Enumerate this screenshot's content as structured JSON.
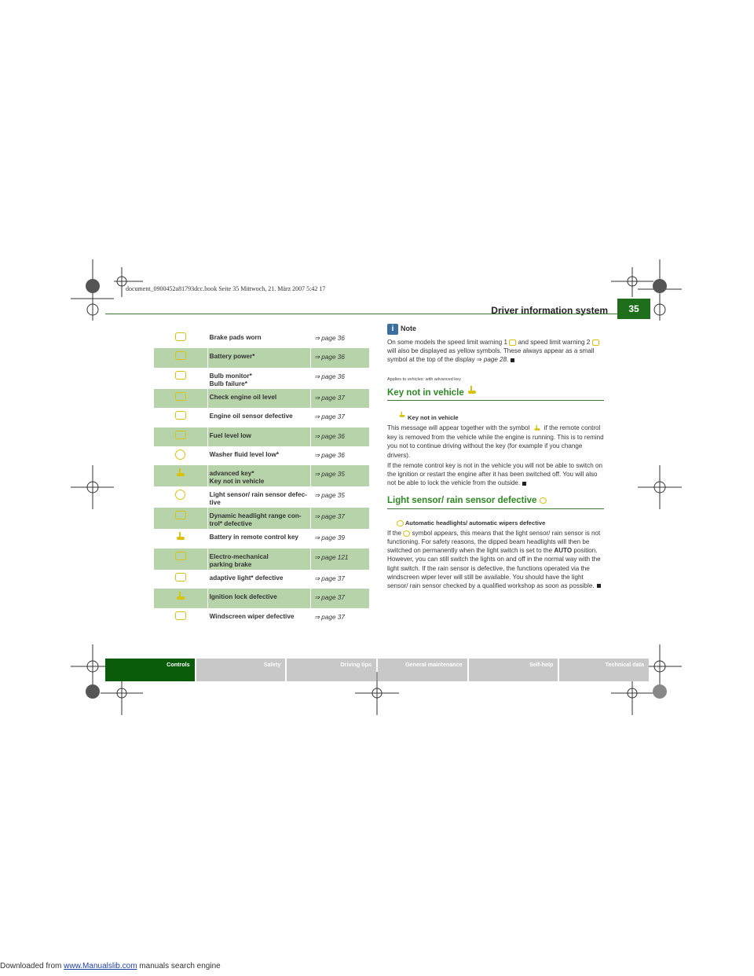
{
  "book_line": "document_0900452a81793dcc.book  Seite 35  Mittwoch, 21. März 2007  5:42 17",
  "header": {
    "title": "Driver information system",
    "page_number": "35"
  },
  "symbol_table": [
    {
      "icon": "brake-pads-icon",
      "label": "Brake pads worn",
      "ref": "⇒ page 36"
    },
    {
      "icon": "battery-icon",
      "label": "Battery power*",
      "ref": "⇒ page 36"
    },
    {
      "icon": "bulb-icon",
      "label": "Bulb monitor*\nBulb failure*",
      "ref": "⇒ page 36"
    },
    {
      "icon": "oil-can-icon",
      "label": "Check engine oil level",
      "ref": "⇒ page 37"
    },
    {
      "icon": "oil-sensor-icon",
      "label": "Engine oil sensor defective",
      "ref": "⇒ page 37"
    },
    {
      "icon": "fuel-pump-icon",
      "label": "Fuel level low",
      "ref": "⇒ page 36"
    },
    {
      "icon": "washer-fluid-icon",
      "label": "Washer fluid level low*",
      "ref": "⇒ page 36"
    },
    {
      "icon": "key-icon",
      "label": "advanced key*\nKey not in vehicle",
      "ref": "⇒ page 35"
    },
    {
      "icon": "light-rain-sensor-icon",
      "label": "Light sensor/ rain sensor defec-\ntive",
      "ref": "⇒ page 35"
    },
    {
      "icon": "headlight-range-icon",
      "label": "Dynamic headlight range con-\ntrol* defective",
      "ref": "⇒ page 37"
    },
    {
      "icon": "remote-key-battery-icon",
      "label": "Battery in remote control key",
      "ref": "⇒ page 39"
    },
    {
      "icon": "parking-brake-icon",
      "label": "Electro-mechanical\nparking brake",
      "ref": "⇒ page 121"
    },
    {
      "icon": "adaptive-light-icon",
      "label": "adaptive light* defective",
      "ref": "⇒ page 37"
    },
    {
      "icon": "ignition-lock-icon",
      "label": "Ignition lock defective",
      "ref": "⇒ page 37"
    },
    {
      "icon": "wiper-icon",
      "label": "Windscreen wiper defective",
      "ref": "⇒ page 37"
    }
  ],
  "note": {
    "title": "Note",
    "text_a": "On some models the speed limit warning 1",
    "text_b": "and speed limit warning 2",
    "text_c": "will also be displayed as yellow symbols. These always appear as a small symbol at the top of the display ⇒",
    "text_ref": "page 28."
  },
  "section_key": {
    "applies": "Applies to vehicles: with advanced key",
    "heading": "Key not in vehicle",
    "subhead": "Key not in vehicle",
    "para1_a": "This message will appear together with the symbol",
    "para1_b": "if the remote control key is removed from the vehicle while the engine is running. This is to remind you not to continue driving without the key (for example if you change drivers).",
    "para2": "If the remote control key is not in the vehicle you will not be able to switch on the ignition or restart the engine after it has been switched off. You will also not be able to lock the vehicle from the outside."
  },
  "section_sensor": {
    "heading": "Light sensor/ rain sensor defective",
    "subhead": "Automatic headlights/ automatic wipers defective",
    "para_a": "If the",
    "para_b": "symbol appears, this means that the light sensor/ rain sensor is not functioning. For safety reasons, the dipped beam headlights will then be switched on permanently when the light switch is set to the",
    "auto": "AUTO",
    "para_c": "position. However, you can still switch the lights on and off in the normal way with the light switch. If the rain sensor is defective, the functions operated via the windscreen wiper lever will still be available. You should have the light sensor/ rain sensor checked by a qualified workshop as soon as possible."
  },
  "tabs": [
    {
      "label": "Controls",
      "active": true
    },
    {
      "label": "Safety",
      "active": false
    },
    {
      "label": "Driving tips",
      "active": false
    },
    {
      "label": "General maintenance",
      "active": false
    },
    {
      "label": "Self-help",
      "active": false
    },
    {
      "label": "Technical data",
      "active": false
    }
  ],
  "footer": {
    "prefix": "Downloaded from",
    "link": "www.Manualslib.com",
    "suffix": " manuals search engine"
  },
  "colors": {
    "accent_green": "#1e6e1c",
    "icon_yellow": "#d8c20a",
    "row_shade": "#b7d3a9"
  }
}
